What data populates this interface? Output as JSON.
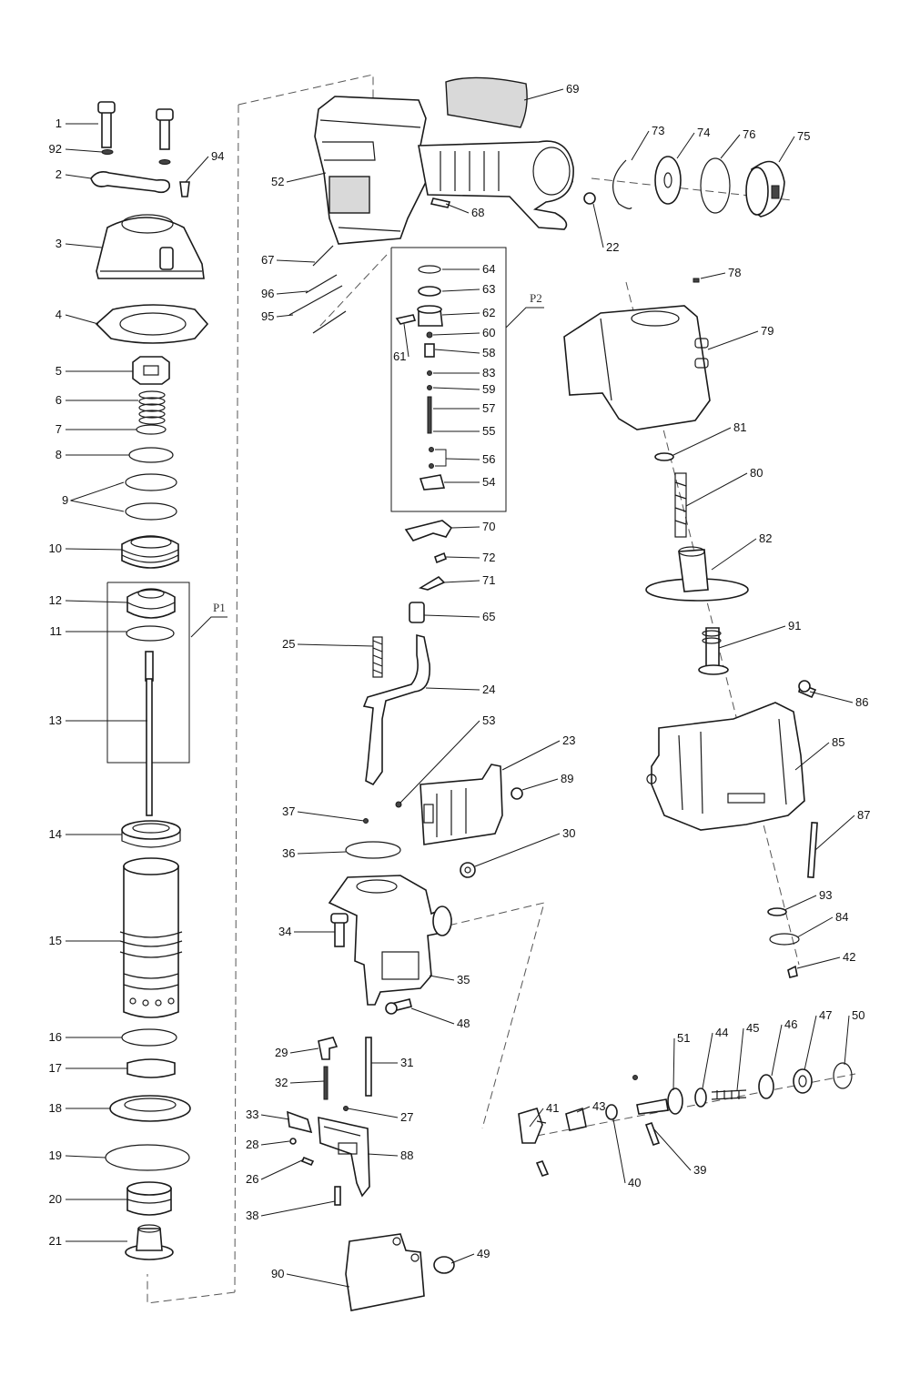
{
  "diagram": {
    "group_labels": [
      "P1",
      "P2"
    ],
    "part_numbers": [
      "1",
      "92",
      "94",
      "2",
      "3",
      "4",
      "5",
      "6",
      "7",
      "8",
      "9",
      "10",
      "12",
      "11",
      "13",
      "14",
      "15",
      "16",
      "17",
      "18",
      "19",
      "20",
      "21",
      "52",
      "67",
      "96",
      "95",
      "69",
      "73",
      "74",
      "76",
      "75",
      "22",
      "68",
      "64",
      "63",
      "62",
      "61",
      "60",
      "58",
      "83",
      "59",
      "57",
      "55",
      "56",
      "54",
      "70",
      "72",
      "71",
      "65",
      "25",
      "24",
      "53",
      "37",
      "36",
      "34",
      "35",
      "48",
      "23",
      "89",
      "30",
      "29",
      "32",
      "33",
      "28",
      "26",
      "38",
      "31",
      "27",
      "88",
      "90",
      "49",
      "78",
      "79",
      "81",
      "80",
      "82",
      "91",
      "86",
      "85",
      "87",
      "93",
      "84",
      "42",
      "41",
      "43",
      "51",
      "44",
      "45",
      "46",
      "47",
      "50",
      "40",
      "39"
    ]
  }
}
